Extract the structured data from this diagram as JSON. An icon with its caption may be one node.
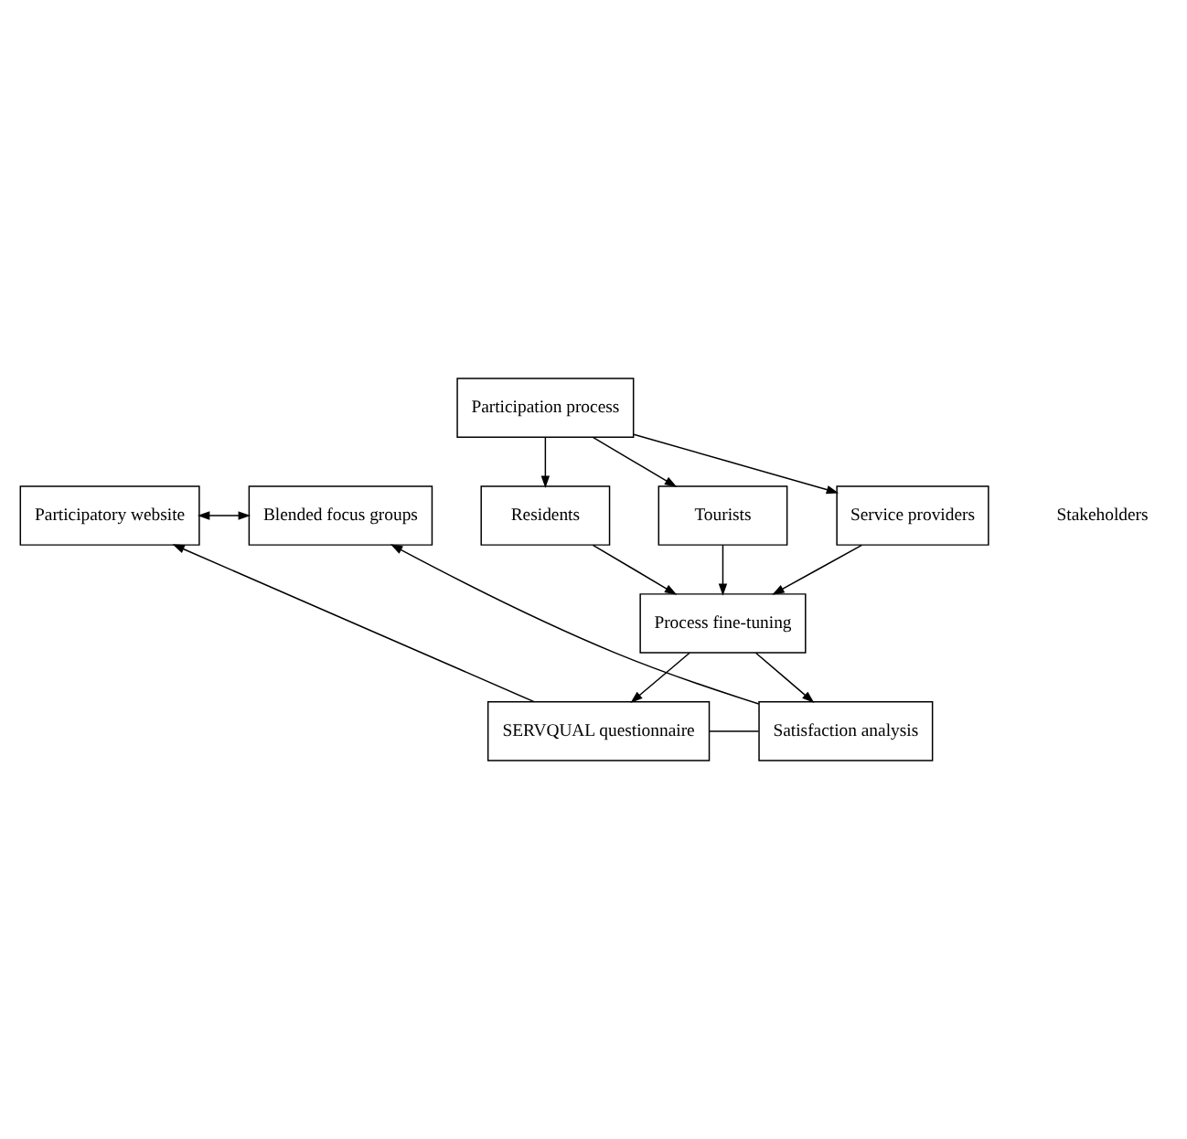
{
  "diagram": {
    "nodes": [
      {
        "text": [
          "Participation process"
        ]
      },
      {
        "text": [
          "Participatory website"
        ]
      },
      {
        "text": [
          "Blended focus groups"
        ]
      },
      {
        "text": [
          "Residents"
        ]
      },
      {
        "text": [
          "Tourists"
        ]
      },
      {
        "text": [
          "Service providers"
        ]
      },
      {
        "text": [
          "Process fine-tuning"
        ]
      },
      {
        "text": [
          "SERVQUAL questionnaire"
        ]
      },
      {
        "text": [
          "Satisfaction analysis"
        ]
      }
    ],
    "edges": [
      {
        "from": 1,
        "to": 2,
        "arrow": "both"
      },
      {
        "from": 0,
        "to": 3,
        "arrow": "to"
      },
      {
        "from": 0,
        "to": 4,
        "arrow": "to"
      },
      {
        "from": 0,
        "to": 5,
        "arrow": "to"
      },
      {
        "from": 3,
        "to": 6,
        "arrow": "to"
      },
      {
        "from": 4,
        "to": 6,
        "arrow": "to"
      },
      {
        "from": 5,
        "to": 6,
        "arrow": "to"
      },
      {
        "from": 6,
        "to": 7,
        "arrow": "to"
      },
      {
        "from": 6,
        "to": 8,
        "arrow": "to"
      },
      {
        "from": 7,
        "to": 8,
        "arrow": "none"
      },
      {
        "from": 7,
        "to": 1,
        "arrow": "to"
      },
      {
        "from": 8,
        "to": 2,
        "arrow": "to"
      }
    ],
    "labels": [
      "Stakeholders"
    ]
  }
}
